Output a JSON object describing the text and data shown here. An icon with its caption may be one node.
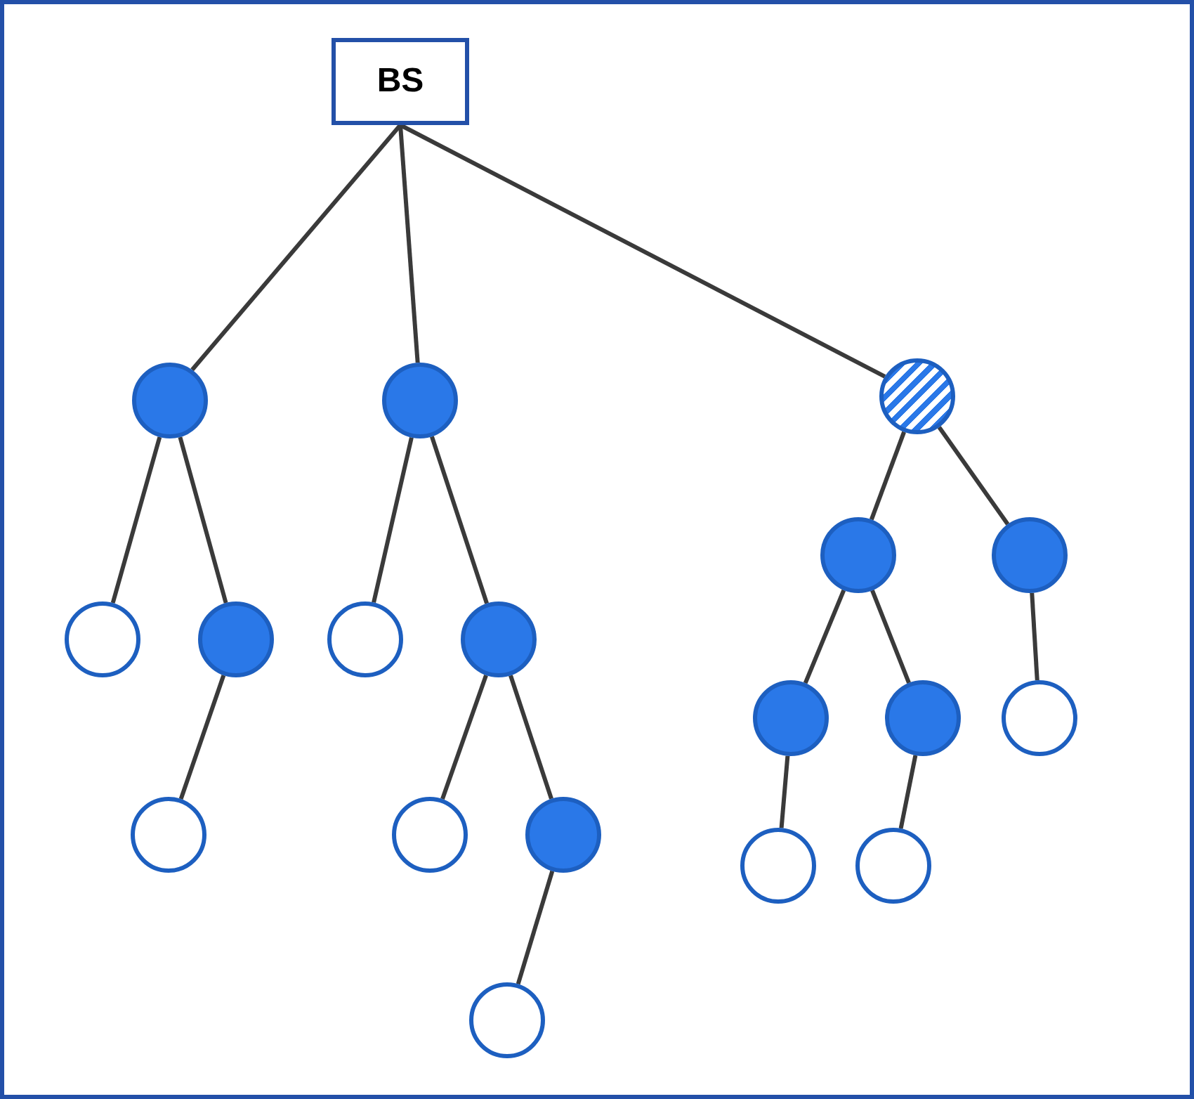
{
  "diagram": {
    "nodes": [
      {
        "text": [
          "BS"
        ]
      },
      {
        "text": [],
        "shape": "circle"
      },
      {
        "text": [],
        "shape": "circle"
      },
      {
        "text": [],
        "shape": "circle"
      },
      {
        "text": [],
        "shape": "circle"
      },
      {
        "text": [],
        "shape": "circle"
      },
      {
        "text": [],
        "shape": "circle"
      },
      {
        "text": [],
        "shape": "circle"
      },
      {
        "text": [],
        "shape": "circle"
      },
      {
        "text": [],
        "shape": "circle"
      },
      {
        "text": [],
        "shape": "circle"
      },
      {
        "text": [],
        "shape": "circle"
      },
      {
        "text": [],
        "shape": "circle"
      },
      {
        "text": [],
        "shape": "circle"
      },
      {
        "text": [],
        "shape": "circle"
      },
      {
        "text": [],
        "shape": "circle"
      },
      {
        "text": [],
        "shape": "circle"
      },
      {
        "text": [],
        "shape": "circle"
      },
      {
        "text": [],
        "shape": "circle"
      }
    ],
    "edges": [
      {
        "from": 0,
        "to": 1,
        "arrow": "none"
      },
      {
        "from": 0,
        "to": 2,
        "arrow": "none"
      },
      {
        "from": 0,
        "to": 3,
        "arrow": "none"
      },
      {
        "from": 1,
        "to": 6,
        "arrow": "none"
      },
      {
        "from": 1,
        "to": 7,
        "arrow": "none"
      },
      {
        "from": 2,
        "to": 8,
        "arrow": "none"
      },
      {
        "from": 2,
        "to": 9,
        "arrow": "none"
      },
      {
        "from": 3,
        "to": 4,
        "arrow": "none"
      },
      {
        "from": 3,
        "to": 5,
        "arrow": "none"
      },
      {
        "from": 7,
        "to": 13,
        "arrow": "none"
      },
      {
        "from": 9,
        "to": 14,
        "arrow": "none"
      },
      {
        "from": 9,
        "to": 15,
        "arrow": "none"
      },
      {
        "from": 4,
        "to": 10,
        "arrow": "none"
      },
      {
        "from": 4,
        "to": 11,
        "arrow": "none"
      },
      {
        "from": 5,
        "to": 12,
        "arrow": "none"
      },
      {
        "from": 15,
        "to": 18,
        "arrow": "none"
      },
      {
        "from": 10,
        "to": 16,
        "arrow": "none"
      },
      {
        "from": 11,
        "to": 17,
        "arrow": "none"
      }
    ]
  }
}
